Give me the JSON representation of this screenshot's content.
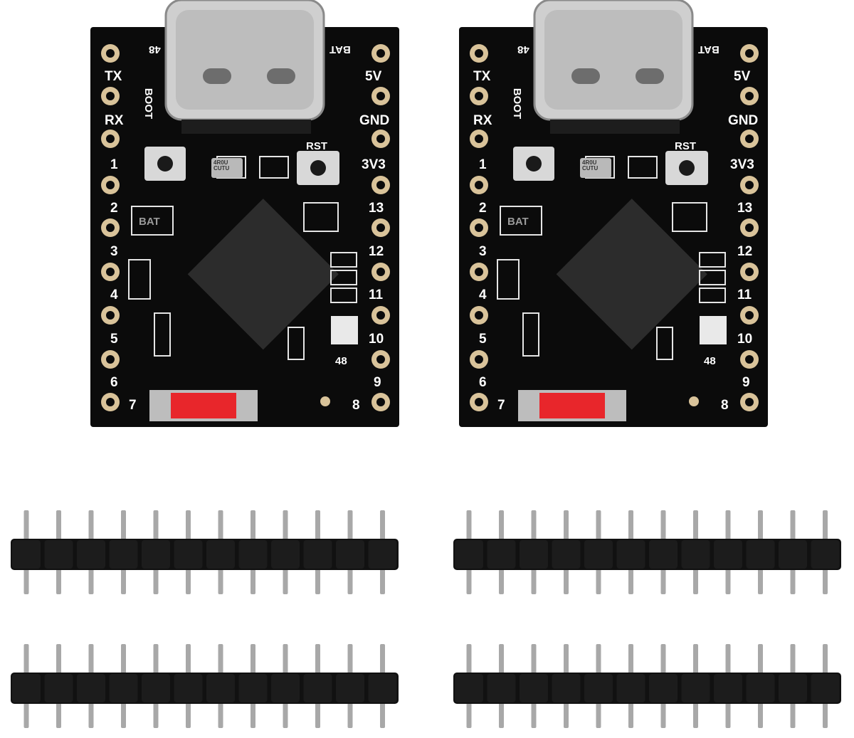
{
  "boards": [
    {
      "left_pins": [
        "TX",
        "RX",
        "1",
        "2",
        "3",
        "4",
        "5",
        "6",
        "7"
      ],
      "right_pins": [
        "5V",
        "GND",
        "3V3",
        "13",
        "12",
        "11",
        "10",
        "9",
        "8"
      ],
      "silkscreen": {
        "boot": "BOOT",
        "rst": "RST",
        "bat": "BAT",
        "pin48_top": "48",
        "pin48_bottom": "48",
        "bat_chip": "BAT",
        "cap_mark": "4R0U\nCUTU"
      }
    },
    {
      "left_pins": [
        "TX",
        "RX",
        "1",
        "2",
        "3",
        "4",
        "5",
        "6",
        "7"
      ],
      "right_pins": [
        "5V",
        "GND",
        "3V3",
        "13",
        "12",
        "11",
        "10",
        "9",
        "8"
      ],
      "silkscreen": {
        "boot": "BOOT",
        "rst": "RST",
        "bat": "BAT",
        "pin48_top": "48",
        "pin48_bottom": "48",
        "bat_chip": "BAT",
        "cap_mark": "4R0U\nCUTU"
      }
    }
  ],
  "headers": [
    {
      "pin_count": 12
    },
    {
      "pin_count": 12
    },
    {
      "pin_count": 12
    },
    {
      "pin_count": 12
    }
  ],
  "colors": {
    "pcb": "#0b0b0b",
    "pad_gold": "#d9c39a",
    "silk": "#ffffff",
    "chip": "#2c2c2c",
    "usb_metal": "#c9c9c9",
    "connector_red": "#e8262b",
    "header_plastic": "#111111",
    "pin_metal": "#a8a8a8"
  }
}
